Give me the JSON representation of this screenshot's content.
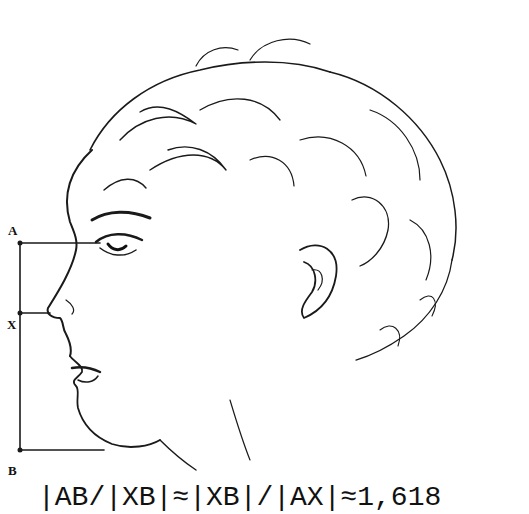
{
  "diagram": {
    "labels": [
      "A",
      "X",
      "B",
      "|AB/|XB|≈|XB|/|AX|≈1,618"
    ]
  }
}
